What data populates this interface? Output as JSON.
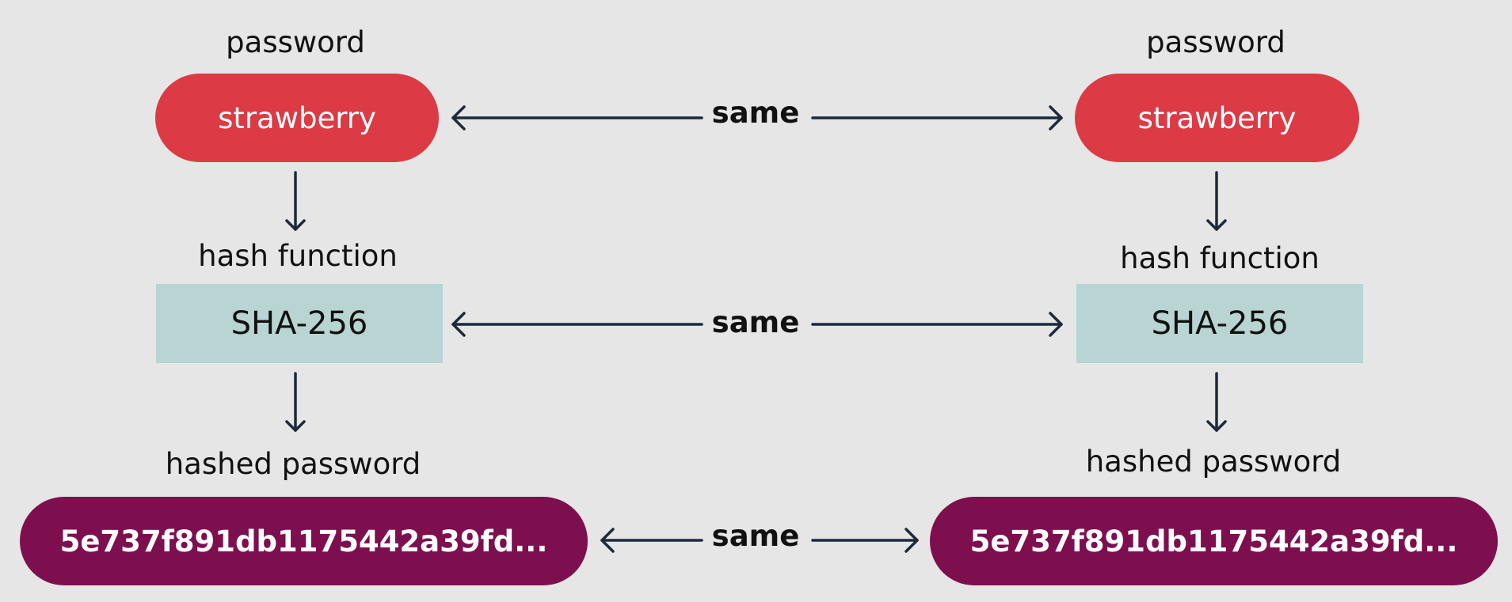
{
  "left": {
    "password_label": "password",
    "password_value": "strawberry",
    "hash_function_label": "hash function",
    "hash_function_value": "SHA-256",
    "hashed_label": "hashed password",
    "hashed_value": "5e737f891db1175442a39fd..."
  },
  "right": {
    "password_label": "password",
    "password_value": "strawberry",
    "hash_function_label": "hash function",
    "hash_function_value": "SHA-256",
    "hashed_label": "hashed password",
    "hashed_value": "5e737f891db1175442a39fd..."
  },
  "comparisons": {
    "password": "same",
    "hash_function": "same",
    "hashed": "same"
  },
  "colors": {
    "background": "#e6e6e6",
    "password_fill": "#dc3a44",
    "hash_function_fill": "#b8d4d3",
    "hashed_fill": "#7e0f4f",
    "arrow": "#1c2a3a"
  }
}
